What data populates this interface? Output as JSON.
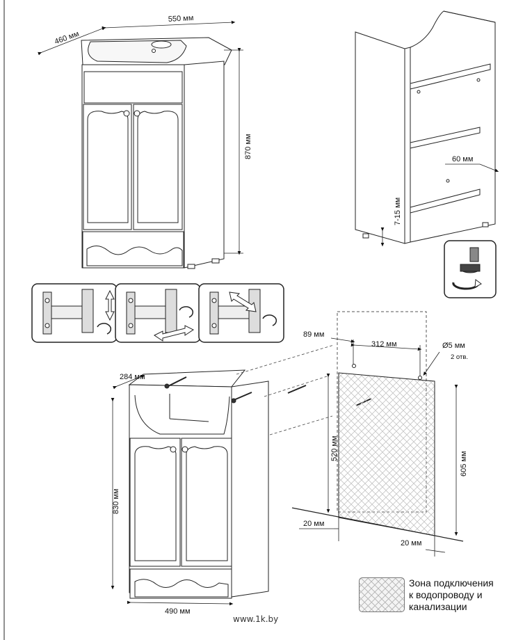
{
  "labels": {
    "top_depth": "460 мм",
    "top_width": "550 мм",
    "top_height": "870 мм",
    "inner_60": "60 мм",
    "inner_7_15": "7-15 мм",
    "bottom_depth": "284 мм",
    "bottom_height": "830 мм",
    "bottom_width": "490 мм",
    "wall_89": "89 мм",
    "wall_312": "312 мм",
    "hole_dia": "Ø5 мм",
    "hole_count": "2 отв.",
    "wall_520": "520 мм",
    "wall_605": "605 мм",
    "wall_20_left": "20 мм",
    "wall_20_right": "20 мм"
  },
  "legend": {
    "line1": "Зона подключения",
    "line2": "к водопроводу и",
    "line3": "канализации"
  },
  "footer": "www.1k.by",
  "colors": {
    "line": "#222222",
    "hatch": "#bdbdbd",
    "arrow_white": "#ffffff"
  }
}
